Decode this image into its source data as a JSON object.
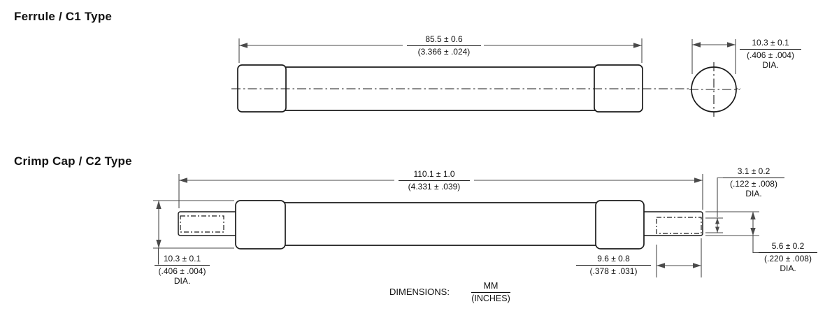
{
  "colors": {
    "line": "#1a1a1a",
    "dim": "#4a4a4a",
    "text": "#111111",
    "bg": "#ffffff"
  },
  "ferrule": {
    "title": "Ferrule / C1 Type",
    "length_dim": {
      "mm": "85.5 ± 0.6",
      "inches": "(3.366 ± .024)"
    },
    "diameter_dim": {
      "mm": "10.3 ± 0.1",
      "inches": "(.406 ± .004)",
      "suffix": "DIA."
    }
  },
  "crimp": {
    "title": "Crimp Cap / C2 Type",
    "length_dim": {
      "mm": "110.1 ± 1.0",
      "inches": "(4.331 ± .039)"
    },
    "cap_diameter_dim": {
      "mm": "10.3 ± 0.1",
      "inches": "(.406 ± .004)",
      "suffix": "DIA."
    },
    "pin_inner_diameter_dim": {
      "mm": "3.1 ± 0.2",
      "inches": "(.122 ± .008)",
      "suffix": "DIA."
    },
    "pin_length_dim": {
      "mm": "9.6 ± 0.8",
      "inches": "(.378 ± .031)"
    },
    "pin_outer_diameter_dim": {
      "mm": "5.6 ± 0.2",
      "inches": "(.220 ± .008)",
      "suffix": "DIA."
    }
  },
  "footer": {
    "label": "DIMENSIONS:",
    "unit_top": "MM",
    "unit_bottom": "(INCHES)"
  }
}
